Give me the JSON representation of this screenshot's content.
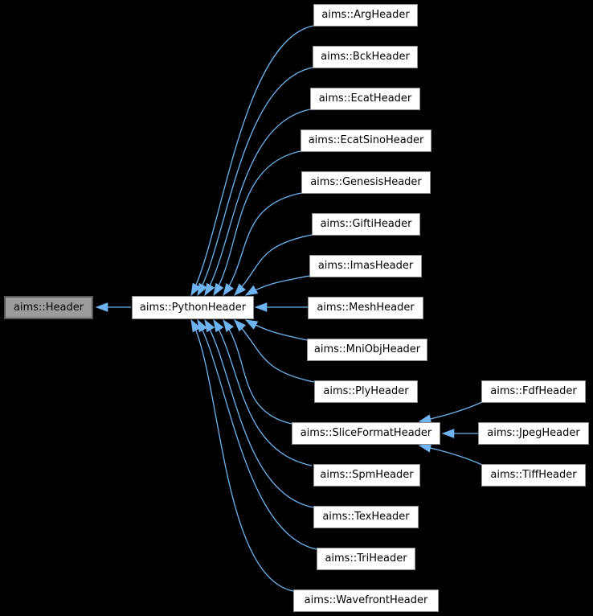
{
  "diagram": {
    "type": "class-inheritance-graph",
    "background_color": "#000000",
    "edge_color": "#6fb4f2",
    "node_fill": "#ffffff",
    "node_border": "#8c8c8c",
    "highlight_node_fill": "#9c9c9c",
    "highlight_node_border": "#565656",
    "text_color": "#000000"
  },
  "nodes": [
    {
      "id": "header",
      "label": "aims::Header",
      "highlight": true
    },
    {
      "id": "python",
      "label": "aims::PythonHeader"
    },
    {
      "id": "arg",
      "label": "aims::ArgHeader"
    },
    {
      "id": "bck",
      "label": "aims::BckHeader"
    },
    {
      "id": "ecat",
      "label": "aims::EcatHeader"
    },
    {
      "id": "ecatsino",
      "label": "aims::EcatSinoHeader"
    },
    {
      "id": "genesis",
      "label": "aims::GenesisHeader"
    },
    {
      "id": "gifti",
      "label": "aims::GiftiHeader"
    },
    {
      "id": "imas",
      "label": "aims::ImasHeader"
    },
    {
      "id": "mesh",
      "label": "aims::MeshHeader"
    },
    {
      "id": "mniobj",
      "label": "aims::MniObjHeader"
    },
    {
      "id": "ply",
      "label": "aims::PlyHeader"
    },
    {
      "id": "slice",
      "label": "aims::SliceFormatHeader"
    },
    {
      "id": "spm",
      "label": "aims::SpmHeader"
    },
    {
      "id": "tex",
      "label": "aims::TexHeader"
    },
    {
      "id": "tri",
      "label": "aims::TriHeader"
    },
    {
      "id": "wavefront",
      "label": "aims::WavefrontHeader"
    },
    {
      "id": "fdf",
      "label": "aims::FdfHeader"
    },
    {
      "id": "jpeg",
      "label": "aims::JpegHeader"
    },
    {
      "id": "tiff",
      "label": "aims::TiffHeader"
    }
  ],
  "edges": [
    {
      "from": "aims::PythonHeader",
      "to": "aims::Header"
    },
    {
      "from": "aims::ArgHeader",
      "to": "aims::PythonHeader"
    },
    {
      "from": "aims::BckHeader",
      "to": "aims::PythonHeader"
    },
    {
      "from": "aims::EcatHeader",
      "to": "aims::PythonHeader"
    },
    {
      "from": "aims::EcatSinoHeader",
      "to": "aims::PythonHeader"
    },
    {
      "from": "aims::GenesisHeader",
      "to": "aims::PythonHeader"
    },
    {
      "from": "aims::GiftiHeader",
      "to": "aims::PythonHeader"
    },
    {
      "from": "aims::ImasHeader",
      "to": "aims::PythonHeader"
    },
    {
      "from": "aims::MeshHeader",
      "to": "aims::PythonHeader"
    },
    {
      "from": "aims::MniObjHeader",
      "to": "aims::PythonHeader"
    },
    {
      "from": "aims::PlyHeader",
      "to": "aims::PythonHeader"
    },
    {
      "from": "aims::SliceFormatHeader",
      "to": "aims::PythonHeader"
    },
    {
      "from": "aims::SpmHeader",
      "to": "aims::PythonHeader"
    },
    {
      "from": "aims::TexHeader",
      "to": "aims::PythonHeader"
    },
    {
      "from": "aims::TriHeader",
      "to": "aims::PythonHeader"
    },
    {
      "from": "aims::WavefrontHeader",
      "to": "aims::PythonHeader"
    },
    {
      "from": "aims::FdfHeader",
      "to": "aims::SliceFormatHeader"
    },
    {
      "from": "aims::JpegHeader",
      "to": "aims::SliceFormatHeader"
    },
    {
      "from": "aims::TiffHeader",
      "to": "aims::SliceFormatHeader"
    }
  ]
}
